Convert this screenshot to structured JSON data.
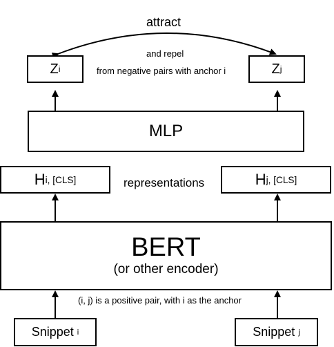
{
  "top_label": "attract",
  "repel_line1": "and repel",
  "repel_line2": "from negative pairs with anchor i",
  "z_i": {
    "main": "Z",
    "sub": "i"
  },
  "z_j": {
    "main": "Z",
    "sub": "j"
  },
  "mlp": "MLP",
  "h_i": {
    "main": "H",
    "sub": "i, [CLS]"
  },
  "h_j": {
    "main": "H",
    "sub": "j, [CLS]"
  },
  "representations": "representations",
  "bert_title": "BERT",
  "bert_subtitle": "(or other encoder)",
  "positive_pair": "(i, j) is a positive pair, with i as the anchor",
  "snippet_i": {
    "main": "Snippet ",
    "sub": "i"
  },
  "snippet_j": {
    "main": "Snippet ",
    "sub": "j"
  }
}
